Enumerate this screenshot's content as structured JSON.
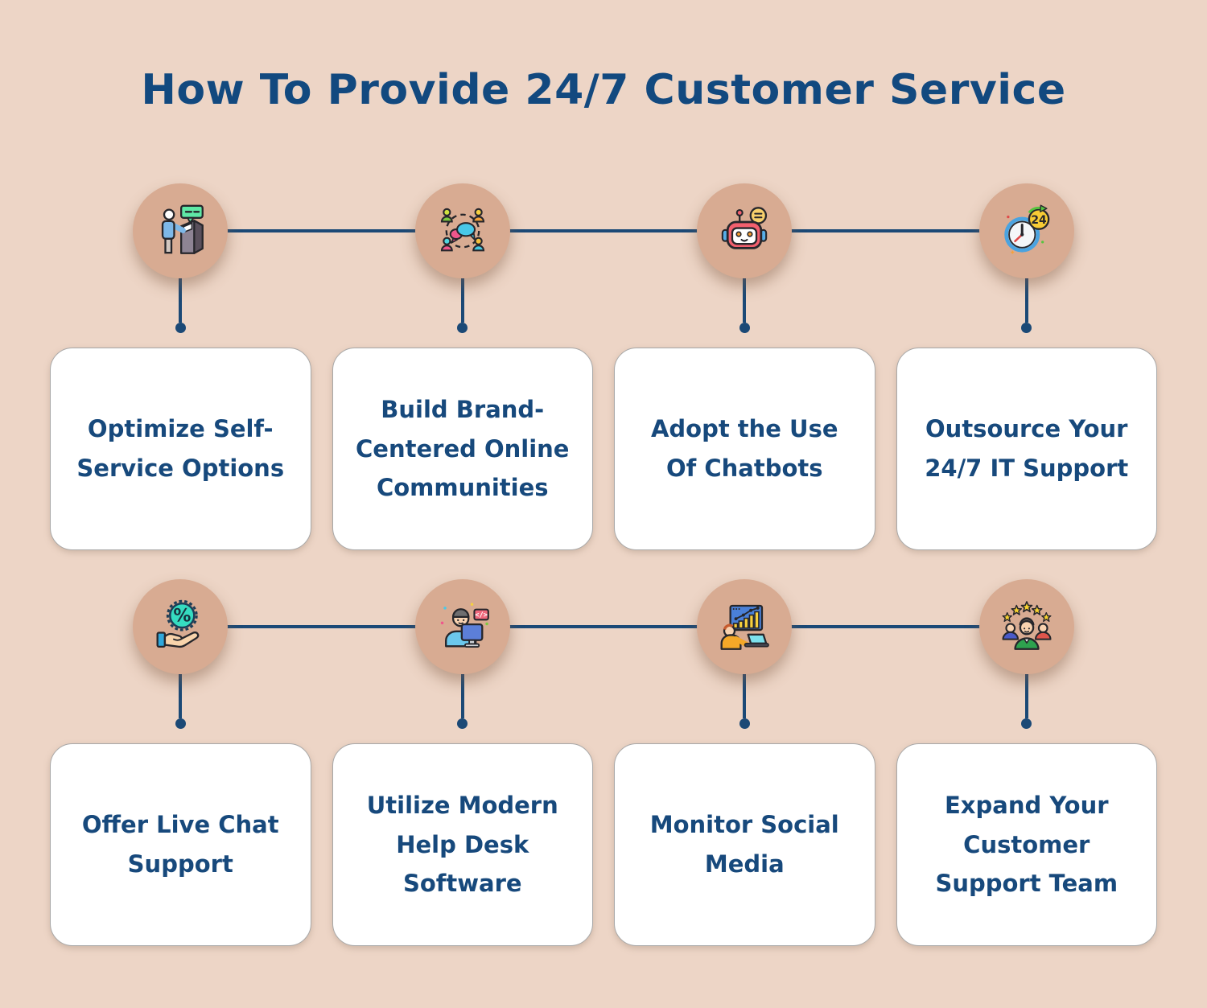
{
  "title": "How To Provide 24/7 Customer Service",
  "colors": {
    "background": "#edd5c6",
    "circle_fill": "#d8ab92",
    "connector_navy": "#1b4976",
    "title_blue": "#12497f",
    "card_text_blue": "#17497c",
    "card_border_gray": "#a8a8a8"
  },
  "steps": [
    {
      "label": "Optimize Self-Service Options",
      "icon": "self-service-kiosk-icon"
    },
    {
      "label": "Build Brand-Centered Online Communities",
      "icon": "online-community-icon"
    },
    {
      "label": "Adopt the Use Of Chatbots",
      "icon": "chatbot-icon"
    },
    {
      "label": "Outsource Your 24/7 IT Support",
      "icon": "clock-24-icon"
    },
    {
      "label": "Offer Live Chat Support",
      "icon": "percent-hand-icon"
    },
    {
      "label": "Utilize Modern Help Desk Software",
      "icon": "helpdesk-developer-icon"
    },
    {
      "label": "Monitor Social Media",
      "icon": "analytics-presentation-icon"
    },
    {
      "label": "Expand Your Customer Support Team",
      "icon": "support-team-stars-icon"
    }
  ]
}
